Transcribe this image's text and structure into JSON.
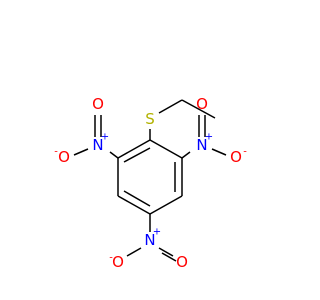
{
  "molecule": {
    "atoms": {
      "S": "S",
      "N_left": "N",
      "N_right": "N",
      "N_bottom": "N",
      "O_left_top": "O",
      "O_left_side": "O",
      "O_right_top": "O",
      "O_right_side": "O",
      "O_bottom_left": "O",
      "O_bottom_right": "O"
    },
    "charges": {
      "N_plus": "+",
      "O_minus": "-"
    },
    "colors": {
      "bond": "#000000",
      "sulfur": "#b2b200",
      "nitrogen": "#0000ff",
      "oxygen": "#ff0000"
    }
  }
}
